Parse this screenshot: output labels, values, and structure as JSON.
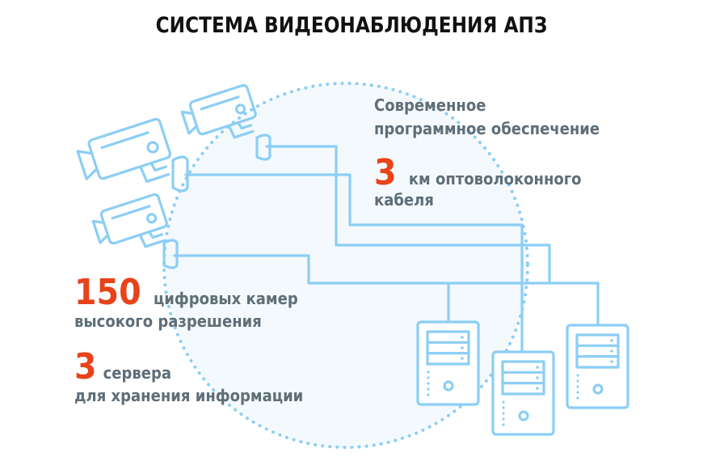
{
  "title": "СИСТЕМА ВИДЕОНАБЛЮДЕНИЯ АПЗ",
  "colors": {
    "accent_red": "#e8431a",
    "line_blue": "#8ccef5",
    "text_grey": "#5f6e78",
    "circle_fill": "#f4f9fd",
    "title_black": "#111111"
  },
  "stats": {
    "software": {
      "line1": "Современное",
      "line2": "программное обеспечение"
    },
    "cable": {
      "number": "3",
      "line1": "км оптоволоконного",
      "line2": "кабеля"
    },
    "cameras": {
      "number": "150",
      "line1": "цифровых камер",
      "line2": "высокого разрешения"
    },
    "servers": {
      "number": "3",
      "line1": "сервера",
      "line2": "для хранения информации"
    }
  },
  "icons": {
    "cameras": [
      "cctv-camera-icon",
      "cctv-camera-icon",
      "cctv-camera-icon"
    ],
    "servers": [
      "server-icon",
      "server-icon",
      "server-icon"
    ]
  }
}
